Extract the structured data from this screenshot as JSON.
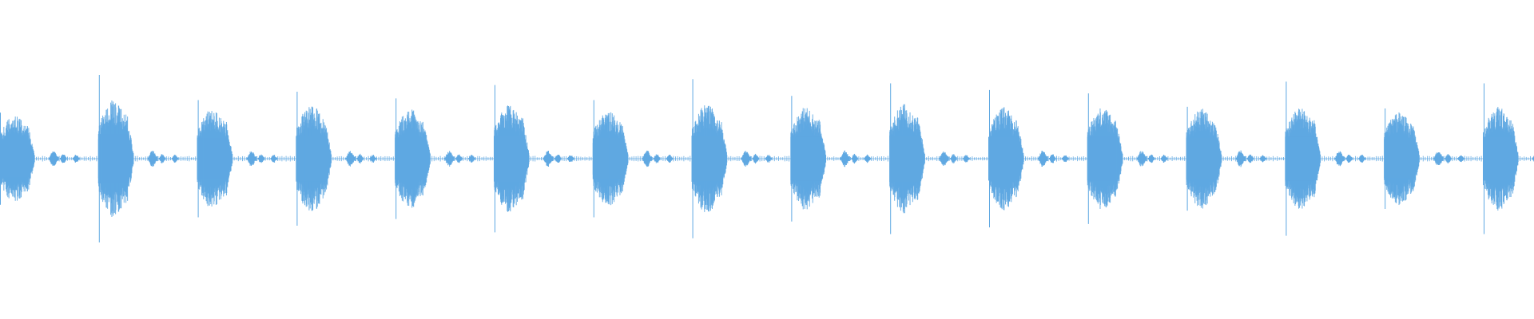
{
  "waveform": {
    "color": "#5fa8e2",
    "background": "#ffffff",
    "beat_count": 16,
    "beats": [
      {
        "index": 0,
        "amplitude": 0.52,
        "spike": 0.55
      },
      {
        "index": 1,
        "amplitude": 0.7,
        "spike": 1.0
      },
      {
        "index": 2,
        "amplitude": 0.6,
        "spike": 0.7
      },
      {
        "index": 3,
        "amplitude": 0.65,
        "spike": 0.8
      },
      {
        "index": 4,
        "amplitude": 0.6,
        "spike": 0.72
      },
      {
        "index": 5,
        "amplitude": 0.65,
        "spike": 0.88
      },
      {
        "index": 6,
        "amplitude": 0.58,
        "spike": 0.7
      },
      {
        "index": 7,
        "amplitude": 0.65,
        "spike": 0.95
      },
      {
        "index": 8,
        "amplitude": 0.62,
        "spike": 0.75
      },
      {
        "index": 9,
        "amplitude": 0.66,
        "spike": 0.9
      },
      {
        "index": 10,
        "amplitude": 0.62,
        "spike": 0.82
      },
      {
        "index": 11,
        "amplitude": 0.62,
        "spike": 0.78
      },
      {
        "index": 12,
        "amplitude": 0.6,
        "spike": 0.62
      },
      {
        "index": 13,
        "amplitude": 0.62,
        "spike": 0.92
      },
      {
        "index": 14,
        "amplitude": 0.56,
        "spike": 0.6
      },
      {
        "index": 15,
        "amplitude": 0.62,
        "spike": 0.9
      }
    ]
  }
}
